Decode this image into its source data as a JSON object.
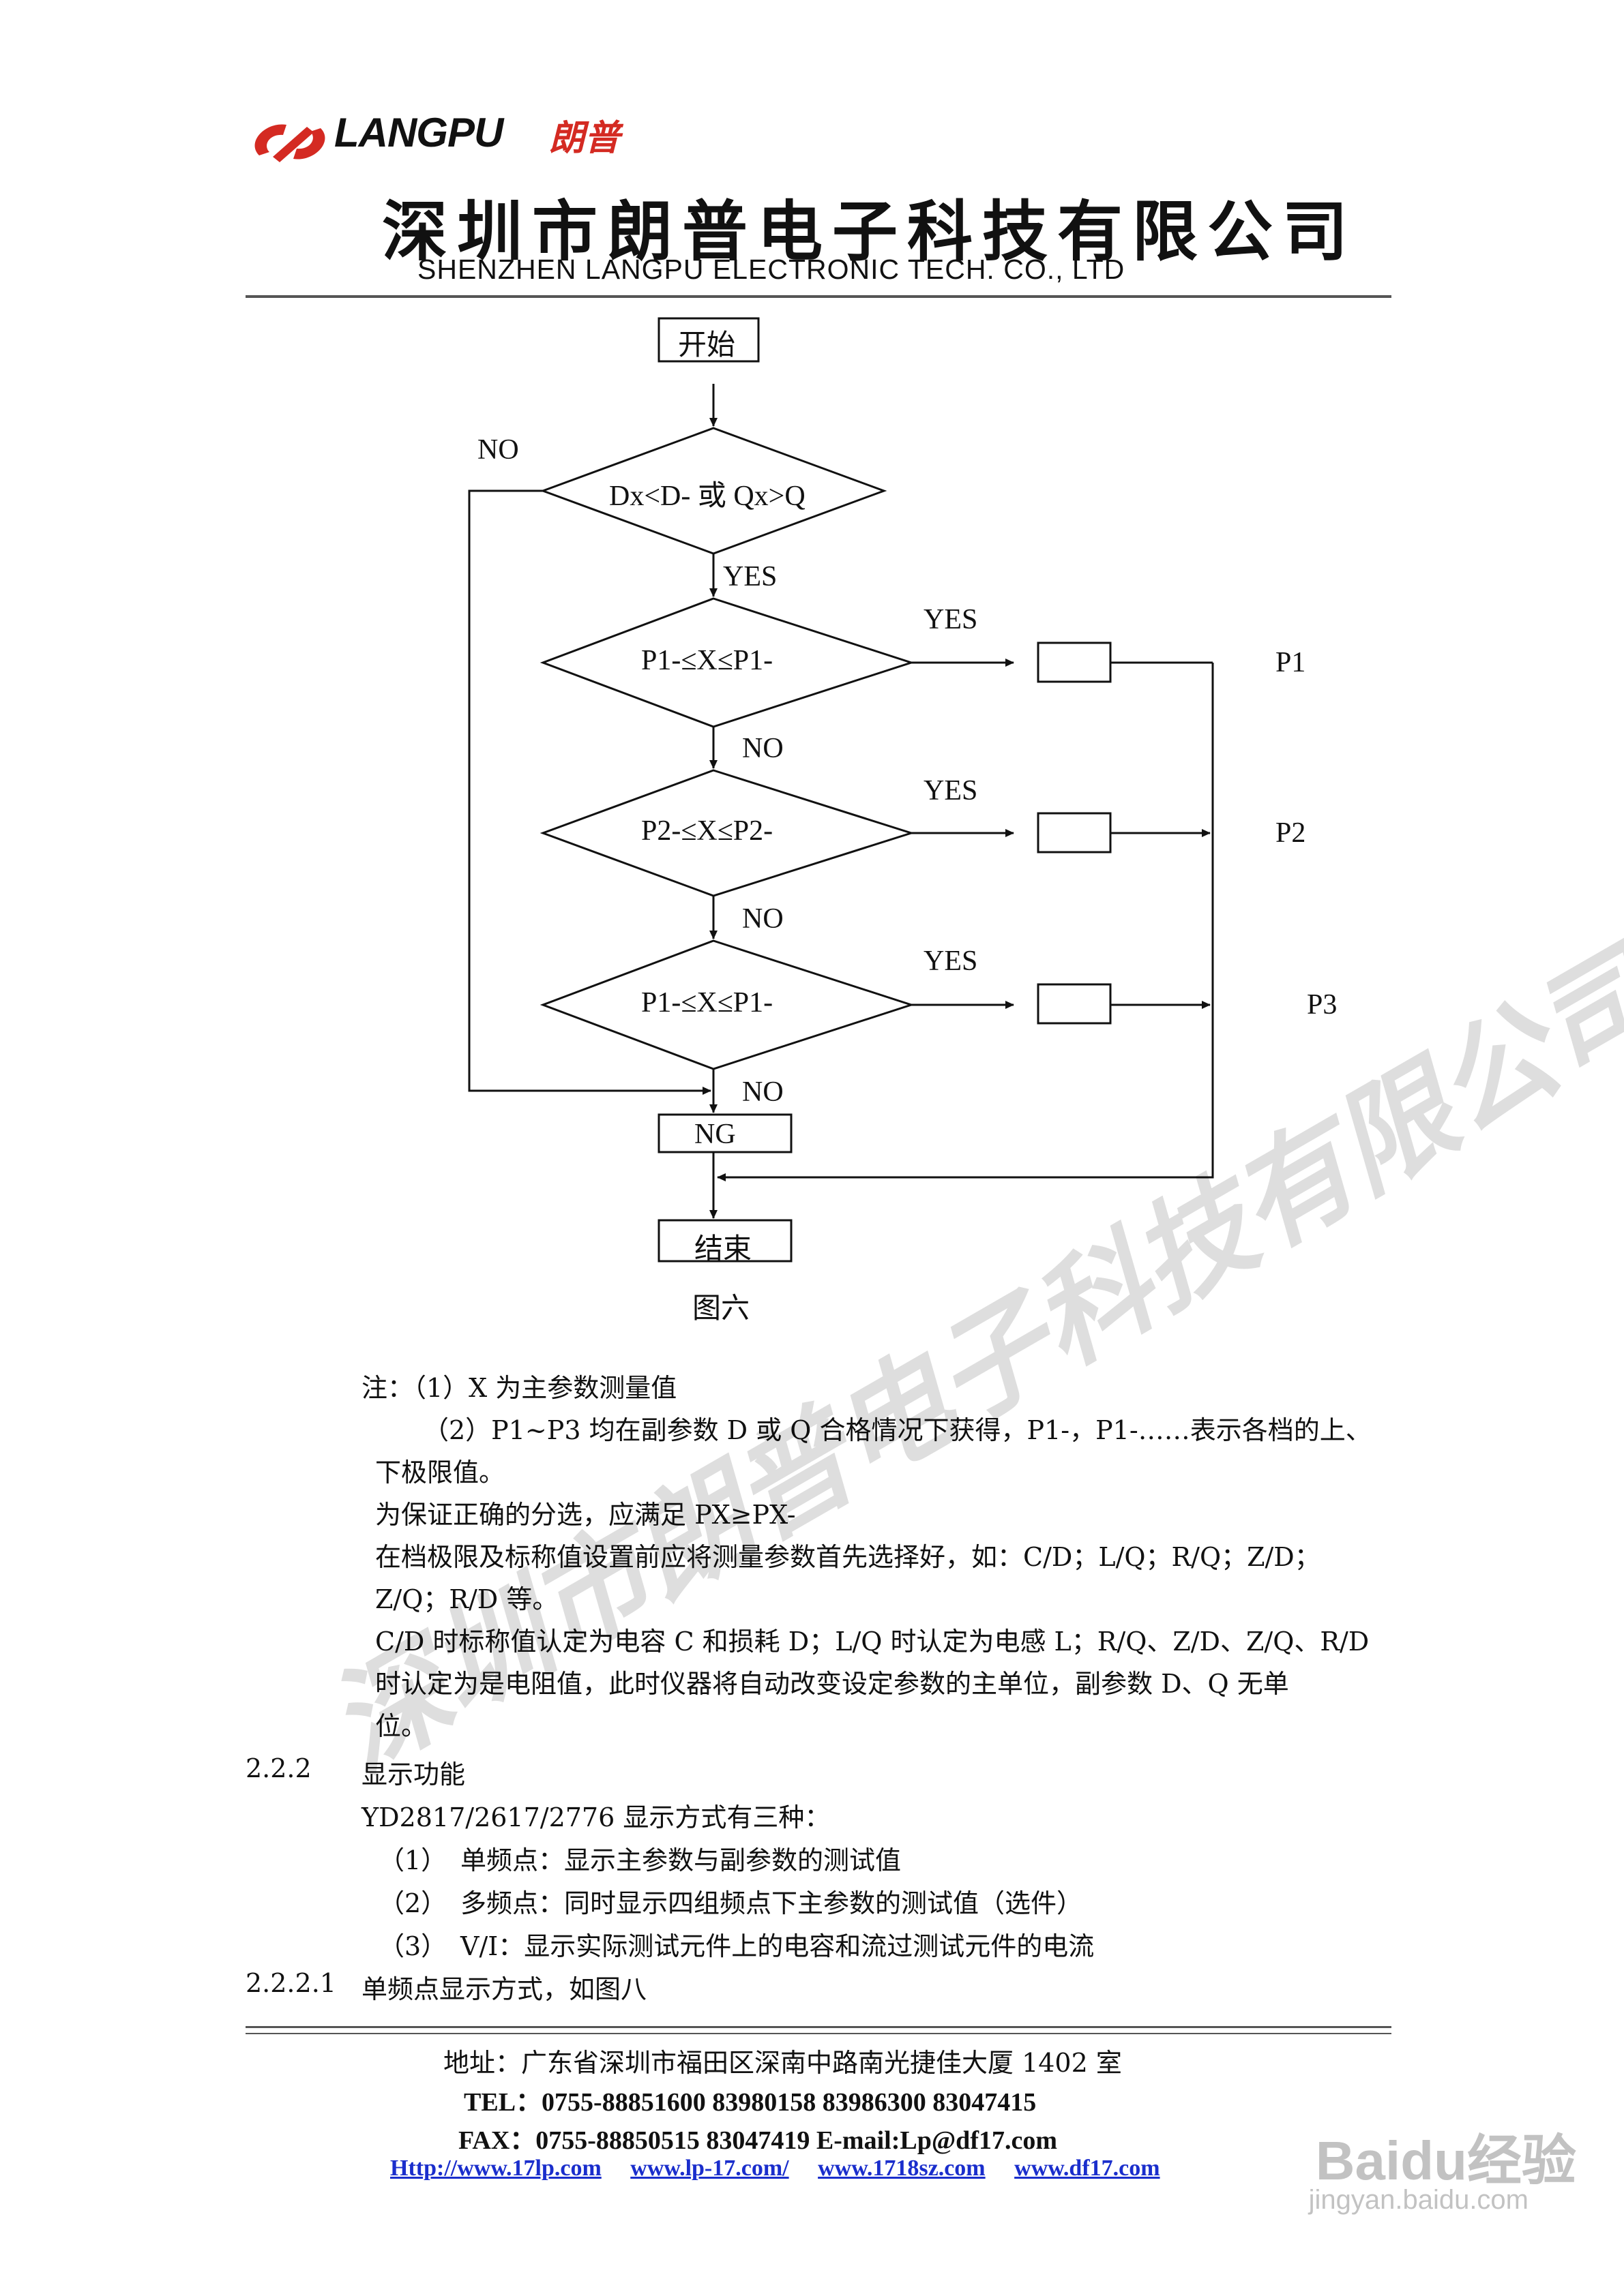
{
  "header": {
    "logo_text": "LANGPU",
    "logo_cn": "朗普",
    "company_cn": "深圳市朗普电子科技有限公司",
    "company_en": "SHENZHEN LANGPU ELECTRONIC TECH. CO., LTD"
  },
  "flowchart": {
    "start": "开始",
    "cond0": "Dx<D-  或 Qx>Q",
    "cond1": "P1-≤X≤P1-",
    "cond2": "P2-≤X≤P2-",
    "cond3": "P1-≤X≤P1-",
    "no0": "NO",
    "yes0": "YES",
    "yes1": "YES",
    "no1": "NO",
    "yes2": "YES",
    "no2": "NO",
    "yes3": "YES",
    "no3": "NO",
    "out1": "P1",
    "out2": "P2",
    "out3": "P3",
    "ng": "NG",
    "end": "结束",
    "caption": "图六"
  },
  "notes": {
    "n1": "注：（1）X 为主参数测量值",
    "n2": "（2）P1~P3 均在副参数 D 或 Q 合格情况下获得，P1-，P1-……表示各档的上、",
    "n3": "下极限值。",
    "n4": "为保证正确的分选，应满足 PX≥PX-",
    "n5": "在档极限及标称值设置前应将测量参数首先选择好，如：C/D；L/Q；R/Q；Z/D；",
    "n6": "Z/Q；R/D 等。",
    "n7": "C/D 时标称值认定为电容 C 和损耗 D；L/Q 时认定为电感 L；R/Q、Z/D、Z/Q、R/D",
    "n8": "时认定为是电阻值，此时仪器将自动改变设定参数的主单位，副参数 D、Q 无单",
    "n9": "位。"
  },
  "section": {
    "num": "2.2.2",
    "title": "显示功能",
    "intro": "YD2817/2617/2776 显示方式有三种：",
    "items": [
      {
        "num": "（1）",
        "text": "单频点：显示主参数与副参数的测试值"
      },
      {
        "num": "（2）",
        "text": "多频点：同时显示四组频点下主参数的测试值（选件）"
      },
      {
        "num": "（3）",
        "text": "V/I：显示实际测试元件上的电容和流过测试元件的电流"
      }
    ],
    "sub_num": "2.2.2.1",
    "sub_title": "单频点显示方式，如图八"
  },
  "footer": {
    "address": "地址：广东省深圳市福田区深南中路南光捷佳大厦 1402 室",
    "tel": "TEL：0755-88851600   83980158   83986300   83047415",
    "fax": "FAX：0755-88850515 83047419      E-mail:Lp@df17.com",
    "links": [
      "Http://www.17lp.com",
      "www.lp-17.com/",
      "www.1718sz.com",
      "www.df17.com"
    ]
  },
  "watermark": {
    "text1": "深圳市朗普电子科技有限公司",
    "baidu": "Baidu经验",
    "baidu_sub": "jingyan.baidu.com"
  }
}
